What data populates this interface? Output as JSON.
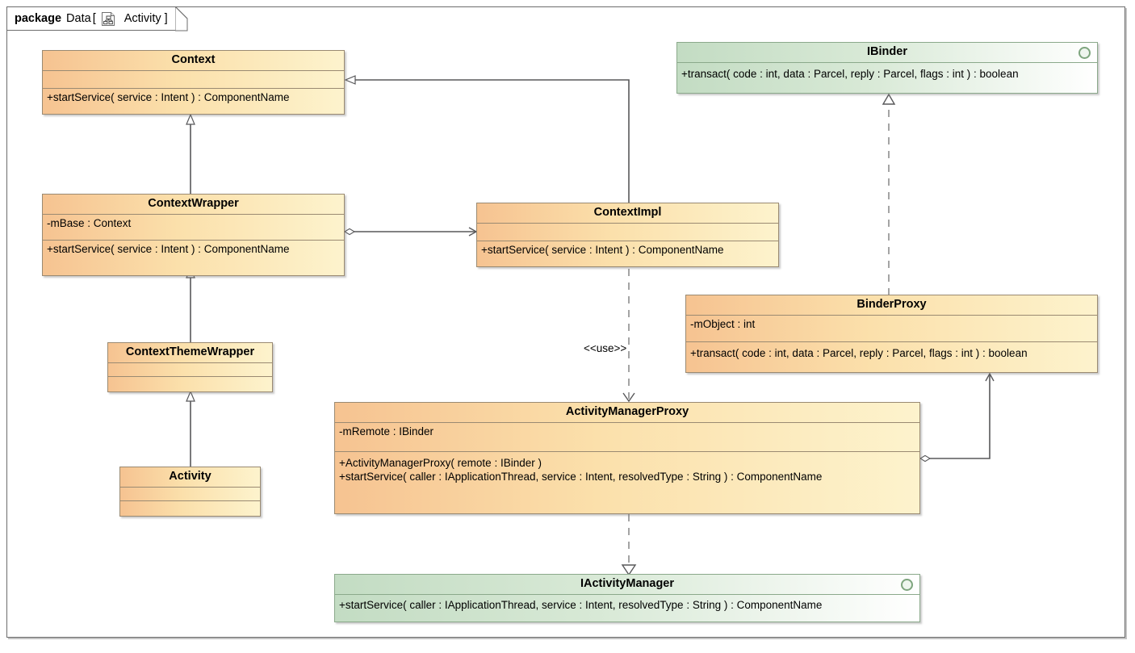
{
  "package": {
    "keyword": "package",
    "name": "Data",
    "bracket_open": "[",
    "icon": "diagram-tree-icon",
    "diagram_name": "Activity",
    "bracket_close": "]"
  },
  "colors": {
    "class_fill_left": "#f6c391",
    "class_fill_right": "#fdf3cd",
    "class_border": "#9a8a72",
    "interface_fill_left": "#c3dcc3",
    "interface_fill_right": "#ffffff",
    "interface_border": "#8ba98b",
    "connector": "#58585a",
    "frame_border": "#6d6d6d"
  },
  "classes": [
    {
      "id": "context",
      "name": "Context",
      "kind": "class",
      "attributes": [],
      "operations": [
        "+startService( service : Intent ) : ComponentName"
      ]
    },
    {
      "id": "context-wrapper",
      "name": "ContextWrapper",
      "kind": "class",
      "attributes": [
        "-mBase : Context"
      ],
      "operations": [
        "+startService( service : Intent ) : ComponentName"
      ]
    },
    {
      "id": "context-theme-wrapper",
      "name": "ContextThemeWrapper",
      "kind": "class",
      "attributes": [],
      "operations": []
    },
    {
      "id": "activity",
      "name": "Activity",
      "kind": "class",
      "attributes": [],
      "operations": []
    },
    {
      "id": "context-impl",
      "name": "ContextImpl",
      "kind": "class",
      "attributes": [],
      "operations": [
        "+startService( service : Intent ) : ComponentName"
      ]
    },
    {
      "id": "ibinder",
      "name": "IBinder",
      "kind": "interface",
      "attributes": [],
      "operations": [
        "+transact( code : int, data : Parcel, reply : Parcel, flags : int ) : boolean"
      ]
    },
    {
      "id": "binder-proxy",
      "name": "BinderProxy",
      "kind": "class",
      "attributes": [
        "-mObject : int"
      ],
      "operations": [
        "+transact( code : int, data : Parcel, reply : Parcel, flags : int ) : boolean"
      ]
    },
    {
      "id": "activity-manager-proxy",
      "name": "ActivityManagerProxy",
      "kind": "class",
      "attributes": [
        "-mRemote : IBinder"
      ],
      "operations": [
        "+ActivityManagerProxy( remote : IBinder )",
        "+startService( caller : IApplicationThread, service : Intent, resolvedType : String ) : ComponentName"
      ]
    },
    {
      "id": "iactivity-manager",
      "name": "IActivityManager",
      "kind": "interface",
      "attributes": [],
      "operations": [
        "+startService( caller : IApplicationThread, service : Intent, resolvedType : String ) : ComponentName"
      ]
    }
  ],
  "relations": [
    {
      "id": "rel-ctxwrapper-extends-context",
      "type": "generalization",
      "from": "context-wrapper",
      "to": "context",
      "label": ""
    },
    {
      "id": "rel-ctxtheme-extends-ctxwrapper",
      "type": "generalization",
      "from": "context-theme-wrapper",
      "to": "context-wrapper",
      "label": ""
    },
    {
      "id": "rel-activity-extends-ctxtheme",
      "type": "generalization",
      "from": "activity",
      "to": "context-theme-wrapper",
      "label": ""
    },
    {
      "id": "rel-ctximpl-extends-context",
      "type": "generalization",
      "from": "context-impl",
      "to": "context",
      "label": ""
    },
    {
      "id": "rel-ctxwrapper-has-ctximpl",
      "type": "aggregation",
      "from": "context-wrapper",
      "to": "context-impl",
      "label": ""
    },
    {
      "id": "rel-ctximpl-uses-amp",
      "type": "dependency",
      "from": "context-impl",
      "to": "activity-manager-proxy",
      "label": "<<use>>"
    },
    {
      "id": "rel-binderproxy-realizes-ibinder",
      "type": "realization",
      "from": "binder-proxy",
      "to": "ibinder",
      "label": ""
    },
    {
      "id": "rel-amp-realizes-iactivitymanager",
      "type": "realization",
      "from": "activity-manager-proxy",
      "to": "iactivity-manager",
      "label": ""
    },
    {
      "id": "rel-amp-has-binderproxy",
      "type": "aggregation",
      "from": "activity-manager-proxy",
      "to": "binder-proxy",
      "label": ""
    }
  ]
}
